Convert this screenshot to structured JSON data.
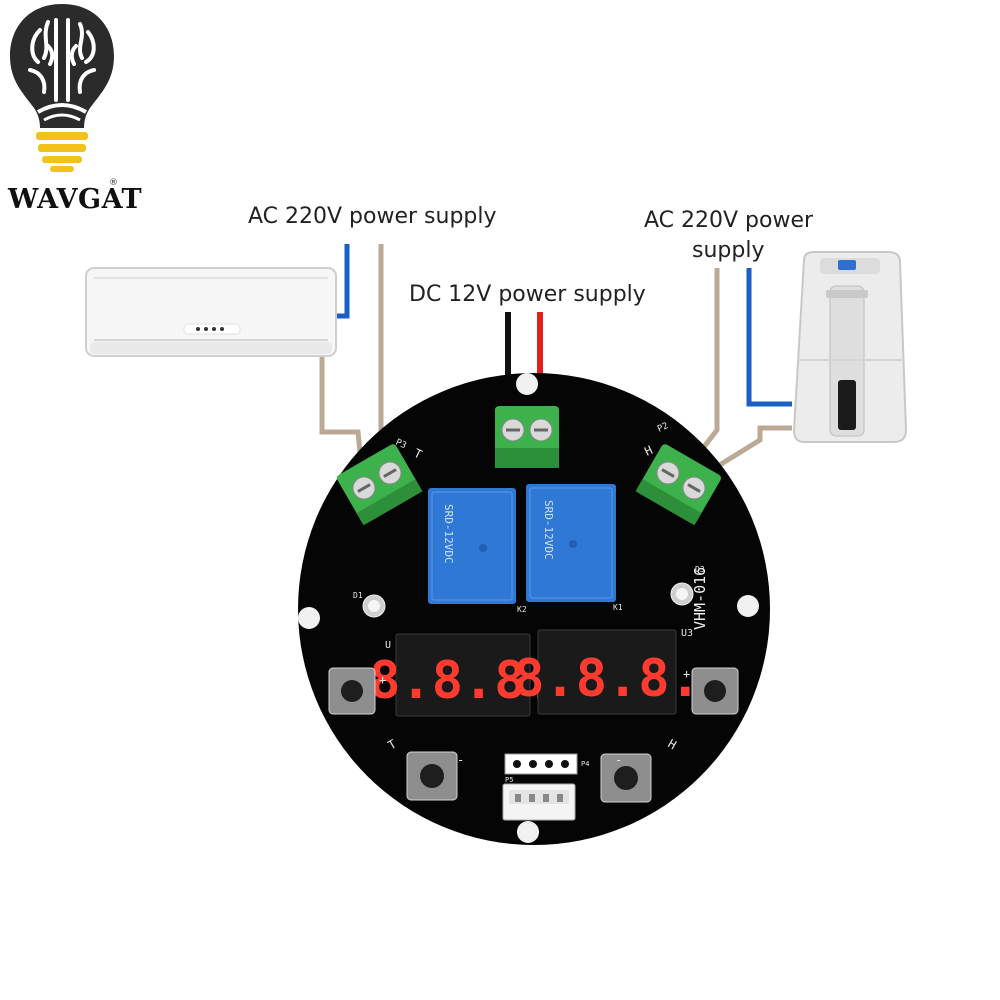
{
  "brand": {
    "name": "WAVGAT",
    "registered_mark": "®",
    "logo_icon": "brain-lightbulb-icon"
  },
  "labels": {
    "ac_left": "AC 220V power supply",
    "dc_top": "DC 12V power supply",
    "ac_right_line1": "AC 220V power",
    "ac_right_line2": "supply"
  },
  "devices": {
    "left": "air-conditioner-icon",
    "right": "dehumidifier-icon"
  },
  "board": {
    "model": "VHM-016",
    "relays": [
      {
        "designator": "K2",
        "marking": "SRD-12VDC"
      },
      {
        "designator": "K1",
        "marking": "SRD-12VDC"
      }
    ],
    "displays": [
      {
        "designator": "U",
        "digits": "8.8.8."
      },
      {
        "designator": "U3",
        "digits": "8.8.8."
      }
    ],
    "terminals": {
      "left": {
        "designator": "P3",
        "label": "T"
      },
      "right": {
        "designator": "P2",
        "label": "H"
      }
    },
    "leds": [
      {
        "designator": "D1"
      },
      {
        "designator": "D3"
      }
    ],
    "button_labels": {
      "t_plus": "+",
      "t_label": "T",
      "t_minus": "-",
      "h_plus": "+",
      "h_label": "H",
      "h_minus": "-"
    },
    "headers": {
      "upper": "P4",
      "lower": "P5"
    }
  },
  "wire_colors": {
    "live_blue": "#1a5fc4",
    "neutral_tan": "#bba995",
    "dc_negative": "#111111",
    "dc_positive": "#e0201c"
  },
  "colors": {
    "pcb": "#050505",
    "terminal_green": "#3db14b",
    "relay_blue": "#2f78d6",
    "segment_red": "#ff3b30",
    "bulb_gold": "#f2c21b"
  }
}
